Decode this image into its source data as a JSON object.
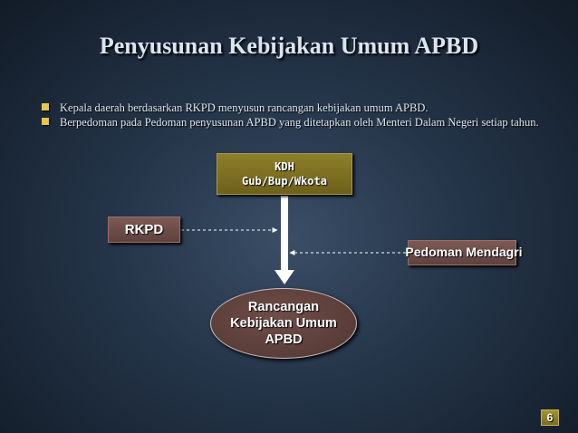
{
  "title": "Penyusunan Kebijakan Umum APBD",
  "bullets": [
    "Kepala daerah berdasarkan RKPD menyusun rancangan kebijakan umum APBD.",
    "Berpedoman pada Pedoman penyusunan APBD yang ditetapkan oleh Menteri Dalam Negeri setiap tahun."
  ],
  "diagram": {
    "kdh": {
      "line1": "KDH",
      "line2": "Gub/Bup/Wkota"
    },
    "rkpd": "RKPD",
    "pedoman": "Pedoman Mendagri",
    "output": {
      "line1": "Rancangan",
      "line2": "Kebijakan Umum",
      "line3": "APBD"
    }
  },
  "page_number": "6",
  "colors": {
    "bullet": "#e6c84a",
    "kdh_box": "#8e7f2a",
    "side_box": "#7d5a55",
    "ellipse": "#5a3d39"
  }
}
